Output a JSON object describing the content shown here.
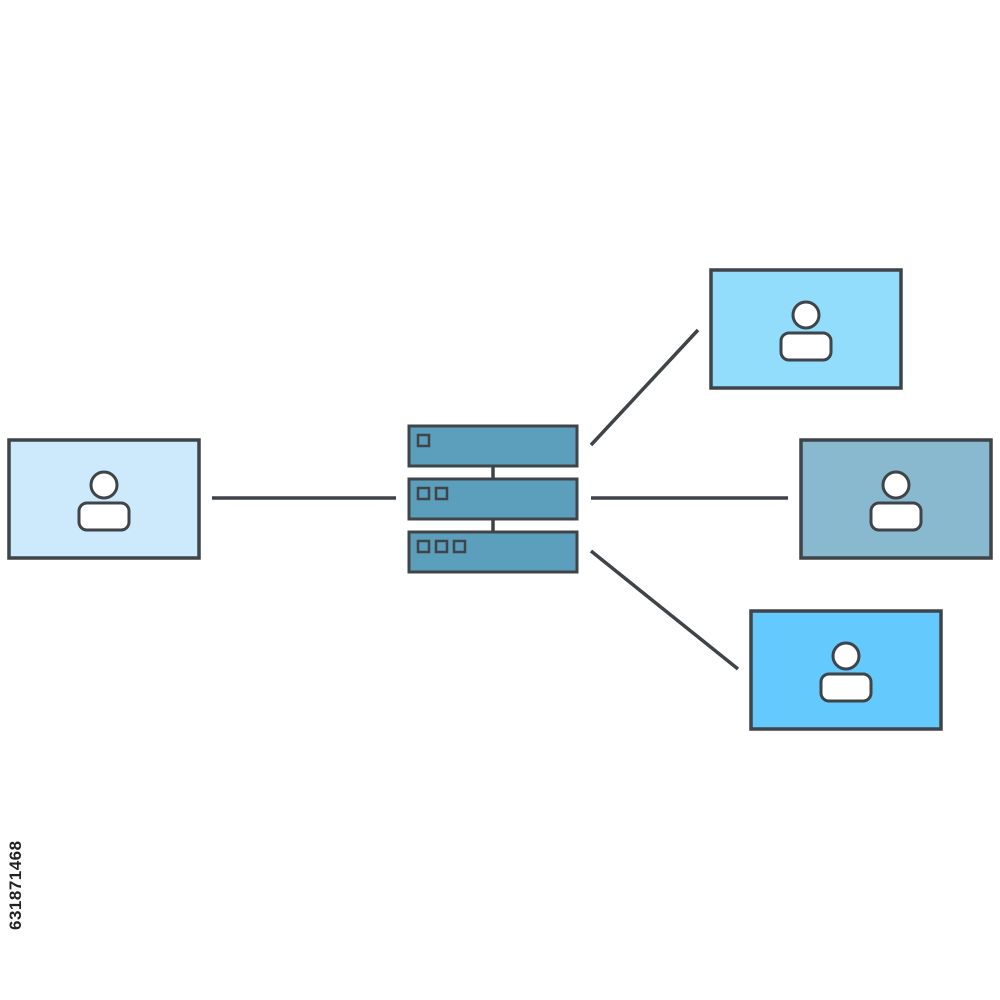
{
  "diagram": {
    "colors": {
      "stroke": "#3f4448",
      "background": "#ffffff",
      "server_fill": "#5c9fbd",
      "user_icon_fill": "#ffffff"
    },
    "server": {
      "name": "server-rack",
      "units": [
        {
          "indicator_count": 1
        },
        {
          "indicator_count": 2
        },
        {
          "indicator_count": 3
        }
      ]
    },
    "clients": [
      {
        "name": "client-left",
        "fill": "#cceafc"
      },
      {
        "name": "client-top-right",
        "fill": "#92dcfc"
      },
      {
        "name": "client-middle-right",
        "fill": "#88b9cf"
      },
      {
        "name": "client-bottom-right",
        "fill": "#64c9fc"
      }
    ],
    "connections": [
      {
        "from": "client-left",
        "to": "server-rack"
      },
      {
        "from": "server-rack",
        "to": "client-top-right"
      },
      {
        "from": "server-rack",
        "to": "client-middle-right"
      },
      {
        "from": "server-rack",
        "to": "client-bottom-right"
      }
    ]
  },
  "watermark": {
    "id_text": "631871468"
  }
}
